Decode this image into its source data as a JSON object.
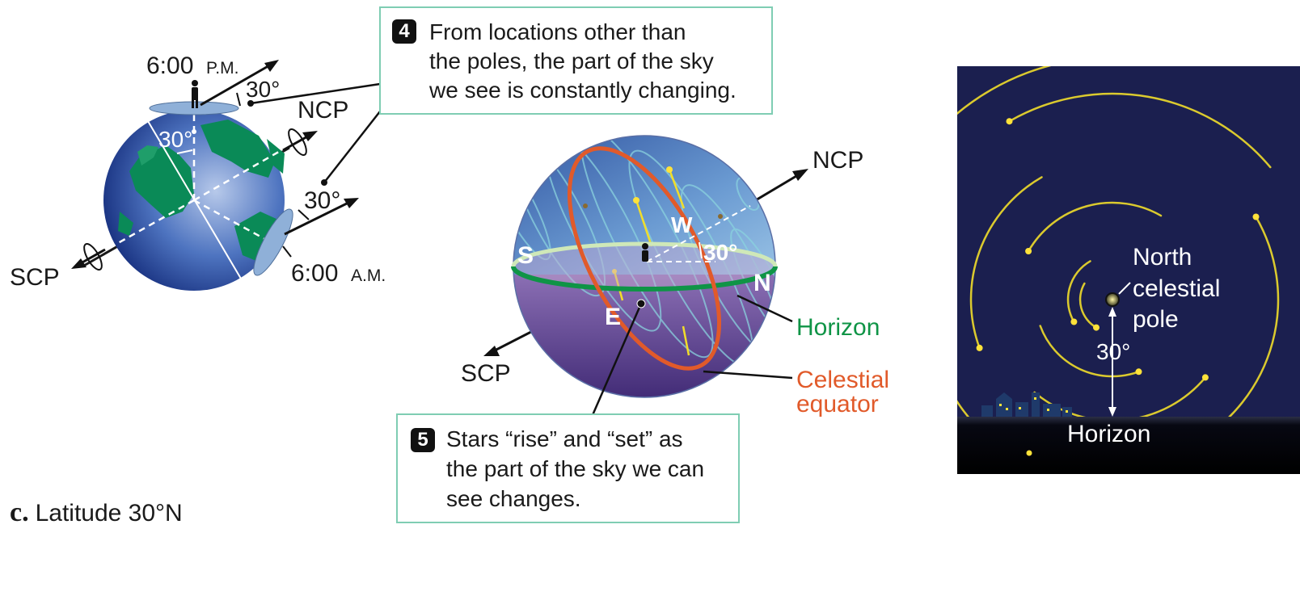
{
  "colors": {
    "horizon_green": "#0f9446",
    "equator_orange": "#e15a2a",
    "callout_border": "#7fcdb3",
    "night_sky": "#1b1f4f",
    "star_yellow": "#ffe23a",
    "trail_yellow": "#f1dd2a"
  },
  "panel_left": {
    "evening_label": "6:00",
    "evening_suffix": "P.M.",
    "morning_label": "6:00",
    "morning_suffix": "A.M.",
    "angle_top": "30°",
    "angle_latitude": "30°",
    "angle_right": "30°",
    "ncp_label": "NCP",
    "scp_label": "SCP",
    "icons": [
      "person-icon",
      "rotation-arrow-icon",
      "globe-icon"
    ]
  },
  "callout_4": {
    "number": "4",
    "lines": [
      "From locations other than",
      "the poles, the part of the sky",
      "we see is constantly changing."
    ]
  },
  "panel_middle": {
    "ncp_label": "NCP",
    "scp_label": "SCP",
    "dir_s": "S",
    "dir_w": "W",
    "dir_n": "N",
    "dir_e": "E",
    "angle_label": "30°",
    "horizon_label": "Horizon",
    "equator_label_line1": "Celestial",
    "equator_label_line2": "equator"
  },
  "callout_5": {
    "number": "5",
    "lines": [
      "Stars “rise” and “set” as",
      "the part of the sky we can",
      "see changes."
    ]
  },
  "panel_right": {
    "pole_label_line1": "North",
    "pole_label_line2": "celestial",
    "pole_label_line3": "pole",
    "angle_label": "30°",
    "horizon_label": "Horizon"
  },
  "caption": {
    "letter": "c.",
    "text": "Latitude 30°N"
  }
}
